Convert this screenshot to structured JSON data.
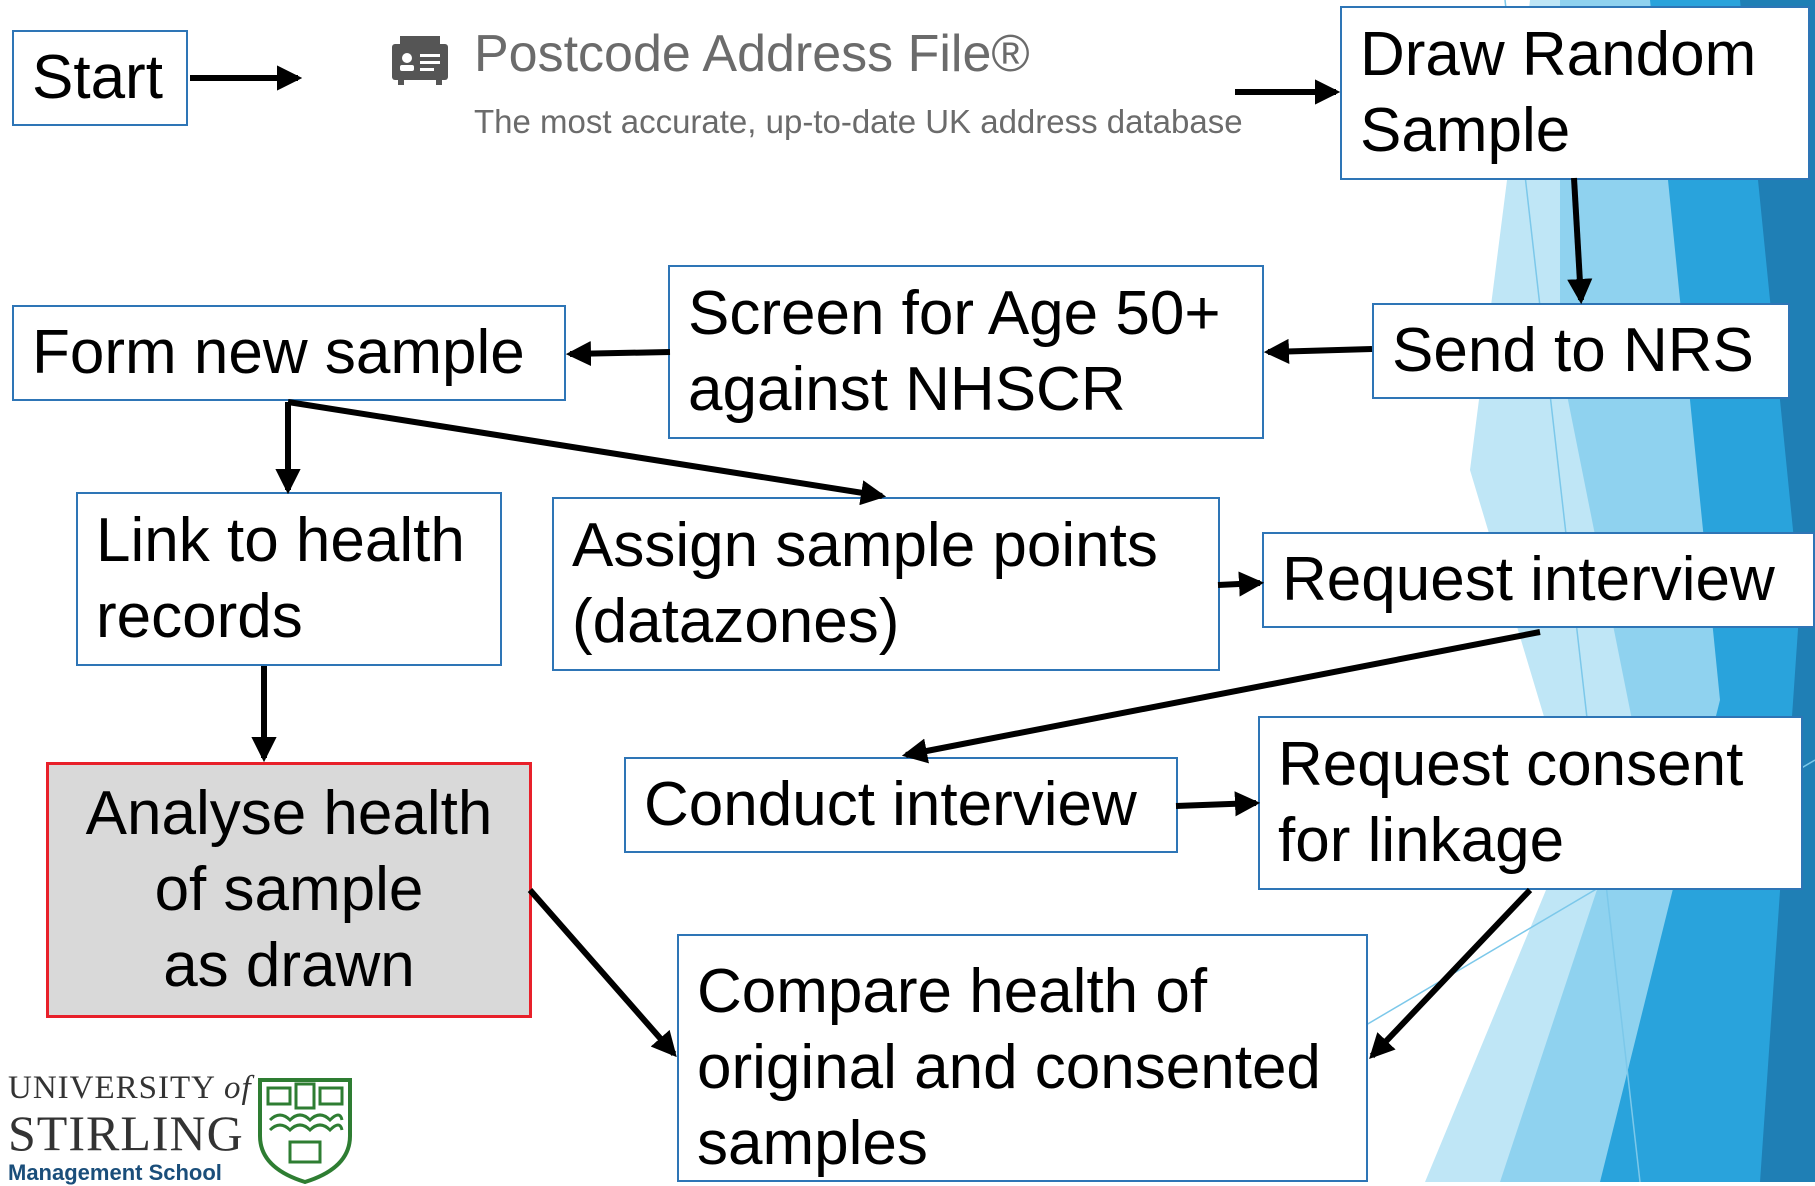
{
  "paf": {
    "title": "Postcode Address File®",
    "subtitle": "The most accurate, up-to-date UK address database",
    "icon": "contact-card-icon"
  },
  "nodes": {
    "start": "Start",
    "draw_random_sample": "Draw Random\nSample",
    "send_to_nrs": "Send to NRS",
    "screen_age": "Screen for Age 50+\nagainst NHSCR",
    "form_new_sample": "Form new sample",
    "link_health_records": "Link to health\nrecords",
    "assign_sample_points": "Assign sample points\n(datazones)",
    "request_interview": "Request interview",
    "analyse_health": "Analyse health\nof sample\nas drawn",
    "conduct_interview": "Conduct interview",
    "request_consent": "Request consent\nfor linkage",
    "compare_health": "Compare health of\noriginal and consented\nsamples"
  },
  "logo": {
    "university_prefix": "UNIVERSITY",
    "university_of": "of",
    "name": "STIRLING",
    "school": "Management School"
  },
  "colors": {
    "box_border": "#2e75b6",
    "highlight_border": "#e8202a",
    "highlight_fill": "#d9d9d9",
    "arrow": "#000000",
    "decor_blue": "#29a3dc",
    "decor_light": "#9ad6f0"
  }
}
